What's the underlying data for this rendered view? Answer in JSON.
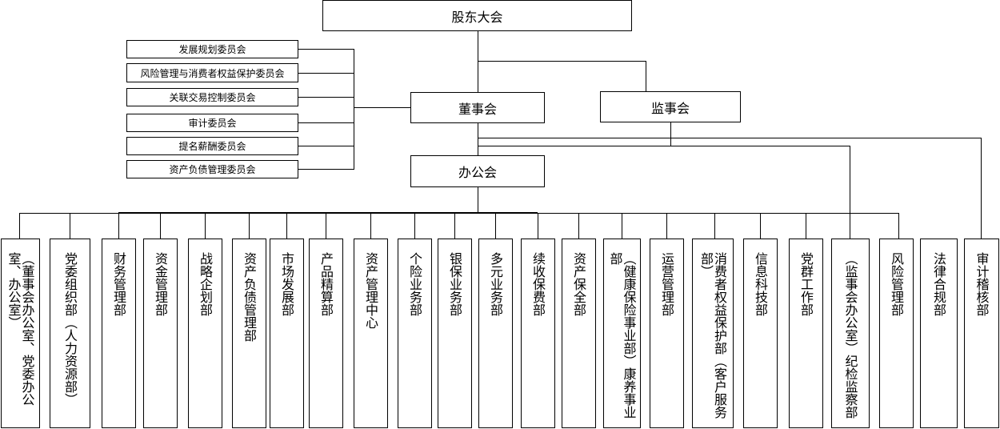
{
  "shareholders": "股东大会",
  "board": "董事会",
  "supervisors": "监事会",
  "office_meeting": "办公会",
  "committees": [
    "发展规划委员会",
    "风险管理与消费者权益保护委员会",
    "关联交易控制委员会",
    "审计委员会",
    "提名薪酬委员会",
    "资产负债管理委员会"
  ],
  "departments": [
    "（董事会办公室、党委办公室、办公室）",
    "党委组织部（人力资源部）",
    "财务管理部",
    "资金管理部",
    "战略企划部",
    "资产负债管理部",
    "市场发展部",
    "产品精算部",
    "资产管理中心",
    "个险业务部",
    "银保业务部",
    "多元业务部",
    "续收保费部",
    "资产保全部",
    "（健康保险事业部）康养事业部",
    "运营管理部",
    "消费者权益保护部（客户服务部）",
    "信息科技部",
    "党群工作部",
    "（监事会办公室）纪检监察部",
    "风险管理部",
    "法律合规部",
    "审计稽核部"
  ]
}
